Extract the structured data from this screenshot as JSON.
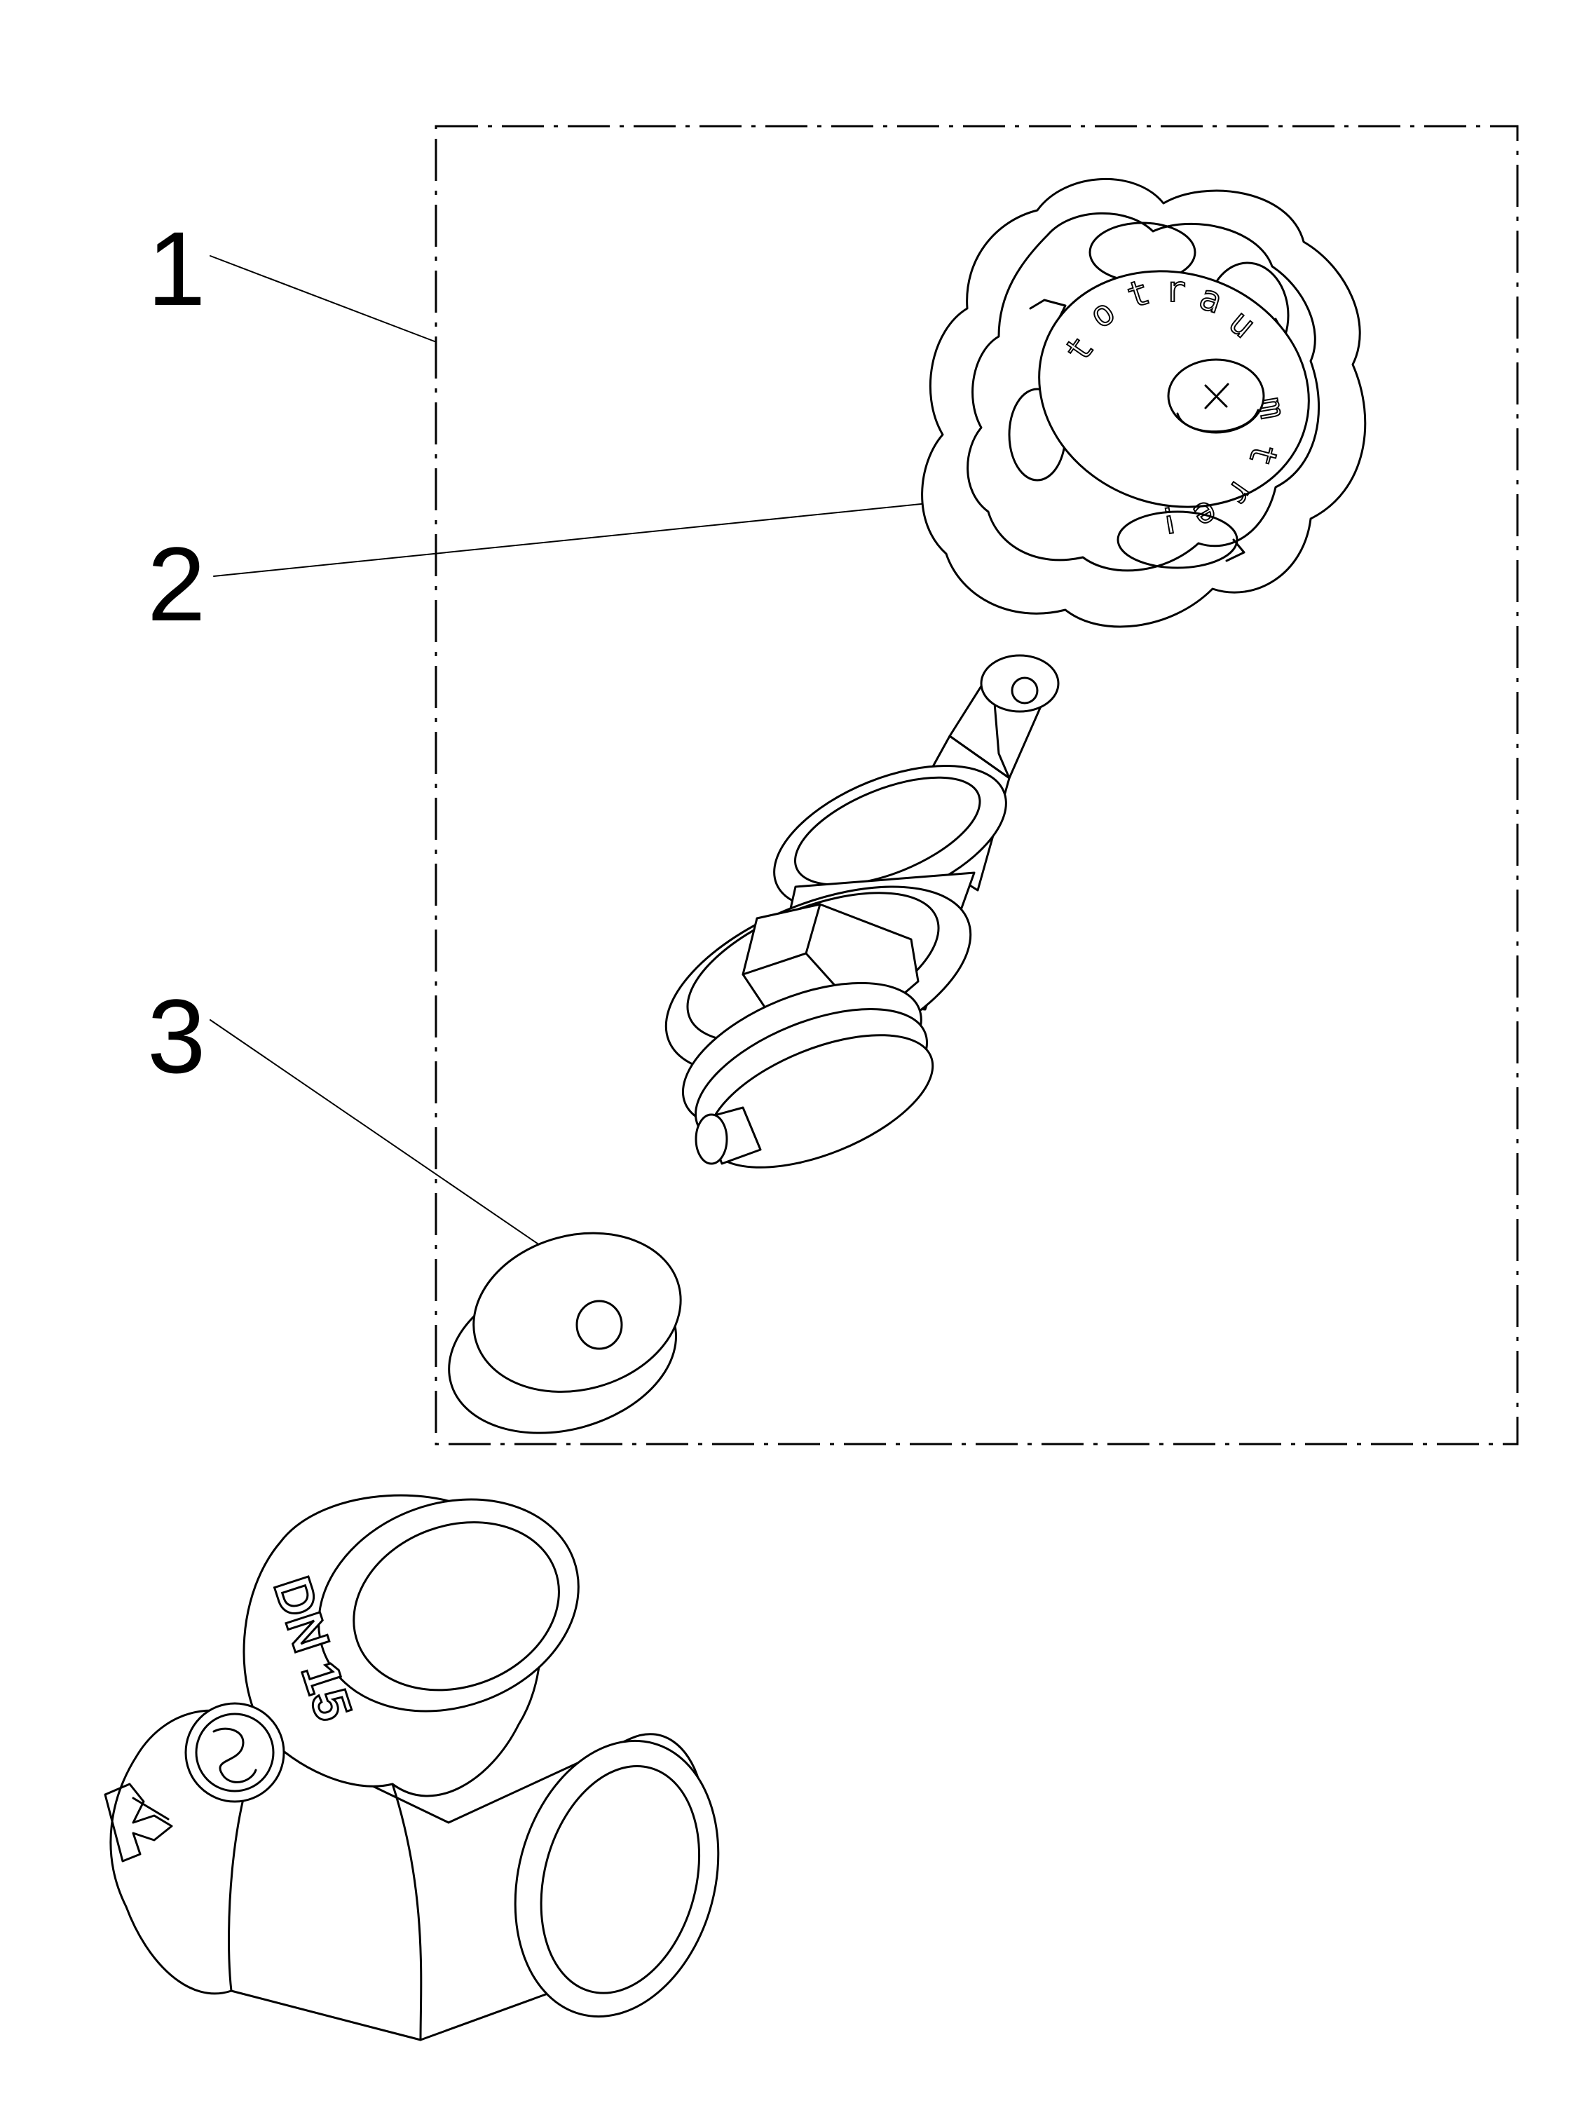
{
  "callouts": [
    {
      "id": "1",
      "label": "1"
    },
    {
      "id": "2",
      "label": "2"
    },
    {
      "id": "3",
      "label": "3"
    }
  ],
  "handwheel_text": [
    "t",
    "o",
    "t",
    "r",
    "a",
    "u",
    "m",
    "t",
    "r",
    "e",
    "!"
  ],
  "body_marking": "DN 15",
  "colors": {
    "line": "#000000",
    "background": "#ffffff"
  }
}
